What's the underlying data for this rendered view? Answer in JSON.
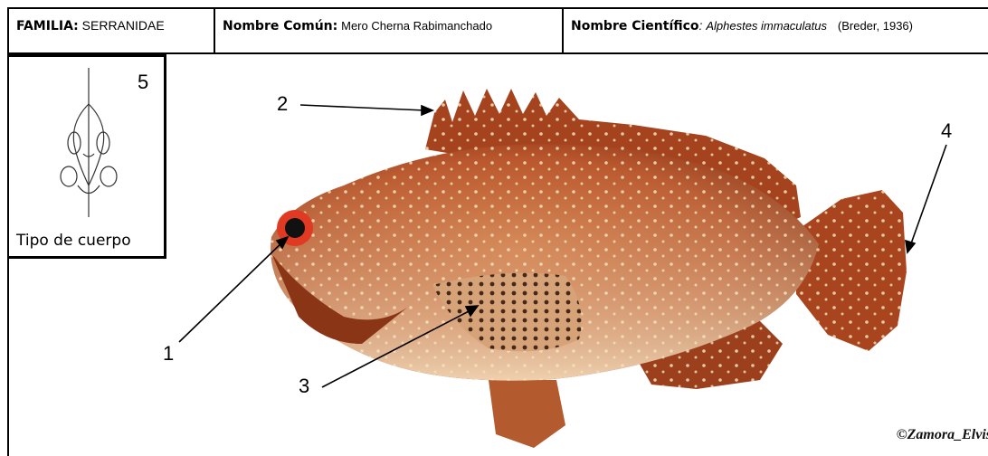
{
  "header": {
    "family_label": "FAMILIA:",
    "family_value": "SERRANIDAE",
    "common_label": "Nombre Común:",
    "common_value": "Mero Cherna Rabimanchado",
    "scientific_label": "Nombre Científico",
    "scientific_sep": ":",
    "scientific_value": "Alphestes immaculatus",
    "author": "(Breder, 1936)"
  },
  "body_type": {
    "number": "5",
    "label": "Tipo de cuerpo"
  },
  "callouts": [
    "1",
    "2",
    "3",
    "4"
  ],
  "credit": "©Zamora_Elvis",
  "colors": {
    "fish_body": "#b8532a",
    "fish_dark": "#7a2c12",
    "fish_belly": "#e6c3a0",
    "spots": "#f3e2bf"
  }
}
